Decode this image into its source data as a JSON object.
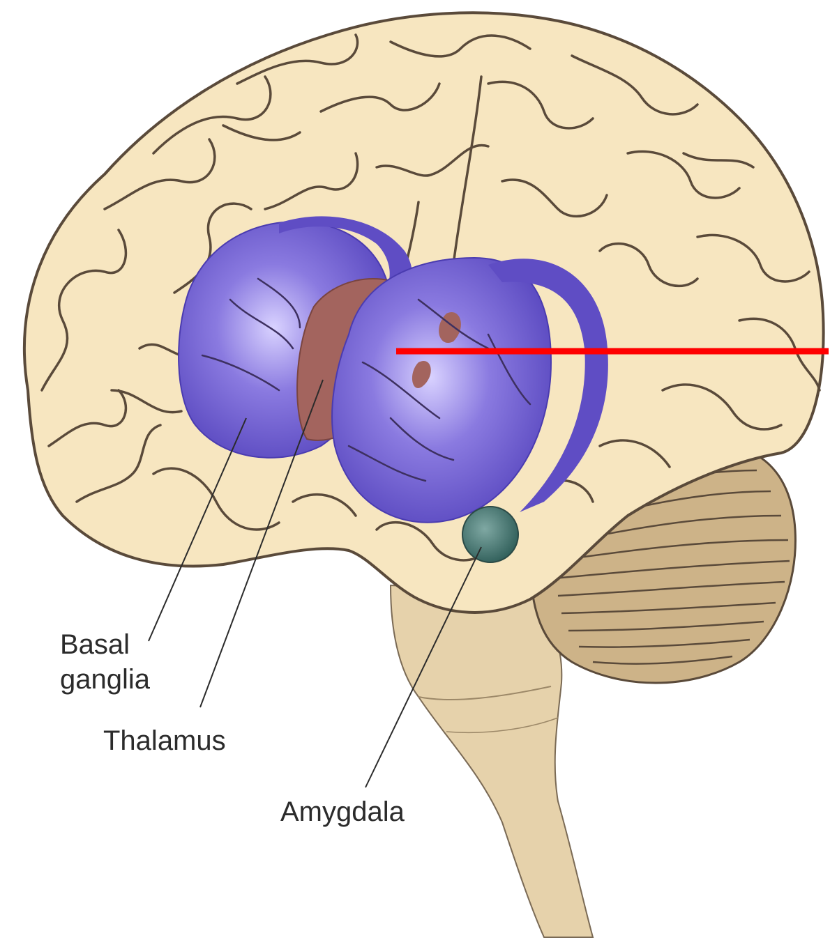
{
  "diagram": {
    "labels": {
      "basal_ganglia_line1": "Basal",
      "basal_ganglia_line2": "ganglia",
      "thalamus": "Thalamus",
      "amygdala": "Amygdala"
    },
    "colors": {
      "cortex": "#f7e6c0",
      "outline": "#5a4a3a",
      "basal_ganglia": "#6a57c9",
      "thalamus": "#a3645e",
      "amygdala": "#3f6f6a",
      "cerebellum": "#c9ae84",
      "brainstem": "#e3cfa8",
      "marker_line": "#ff0000"
    }
  }
}
